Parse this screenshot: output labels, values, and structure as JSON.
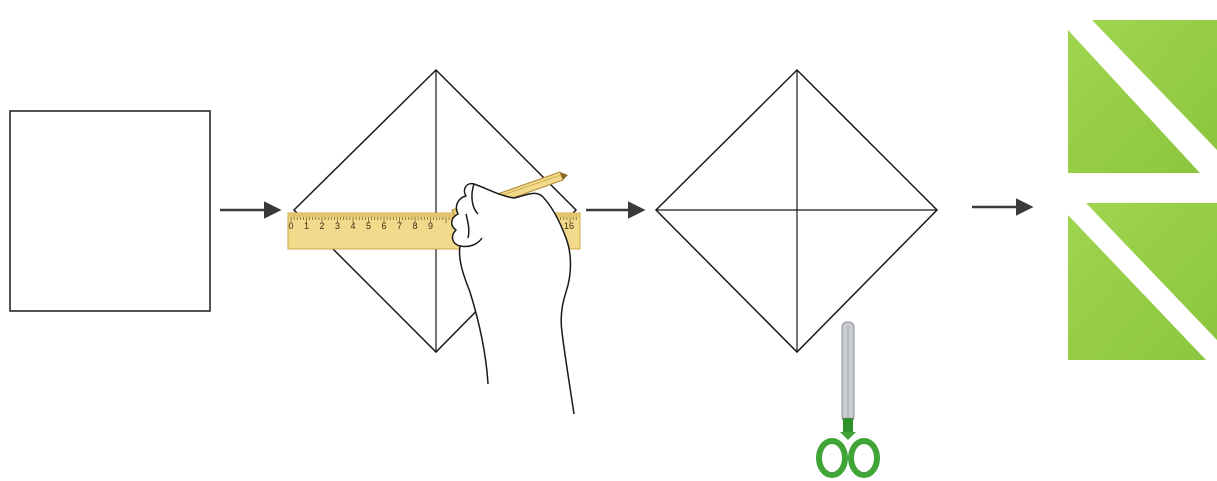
{
  "diagram": {
    "steps": [
      {
        "name": "square-paper"
      },
      {
        "name": "draw-diagonals-with-ruler"
      },
      {
        "name": "square-with-diagonals"
      },
      {
        "name": "four-triangles"
      }
    ],
    "ruler": {
      "ticks": [
        "0",
        "1",
        "2",
        "3",
        "4",
        "5",
        "6",
        "7",
        "8",
        "9",
        "16"
      ]
    },
    "colors": {
      "line": "#1a1a1a",
      "ruler_fill": "#f2d98b",
      "ruler_edge": "#c9a94a",
      "triangle_green": "#8cc63f",
      "triangle_green_light": "#a6d65a",
      "scissors_handle": "#3fa535",
      "scissors_blade": "#c8ccd0"
    },
    "icons": {
      "arrow": "arrow-right-icon",
      "hand": "hand-icon",
      "pencil": "pencil-icon",
      "scissors": "scissors-icon"
    }
  }
}
